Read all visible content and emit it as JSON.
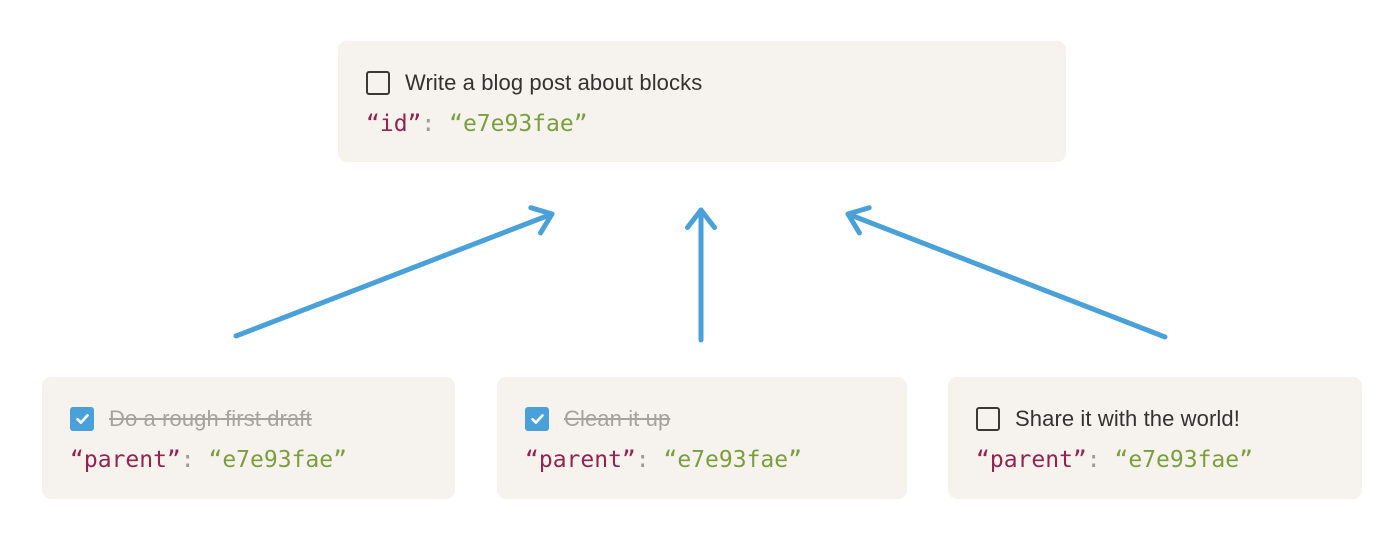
{
  "colors": {
    "card_background": "#f6f3ef",
    "task_text": "#33322e",
    "completed_text": "#a5a39e",
    "code_key": "#93244f",
    "code_punctuation": "#9b9a97",
    "code_value": "#7d9e3c",
    "checkbox_checked_fill": "#4aa0d8",
    "checkbox_border": "#3a3935",
    "arrow": "#4aa0d8"
  },
  "parent_card": {
    "checked": false,
    "title": "Write a blog post about blocks",
    "code": {
      "key": "“id”",
      "separator": ": ",
      "value": "“e7e93fae”"
    }
  },
  "child_cards": [
    {
      "checked": true,
      "title": "Do a rough first draft",
      "code": {
        "key": "“parent”",
        "separator": ": ",
        "value": "“e7e93fae”"
      }
    },
    {
      "checked": true,
      "title": "Clean it up",
      "code": {
        "key": "“parent”",
        "separator": ": ",
        "value": "“e7e93fae”"
      }
    },
    {
      "checked": false,
      "title": "Share it with the world!",
      "code": {
        "key": "“parent”",
        "separator": ": ",
        "value": "“e7e93fae”"
      }
    }
  ]
}
